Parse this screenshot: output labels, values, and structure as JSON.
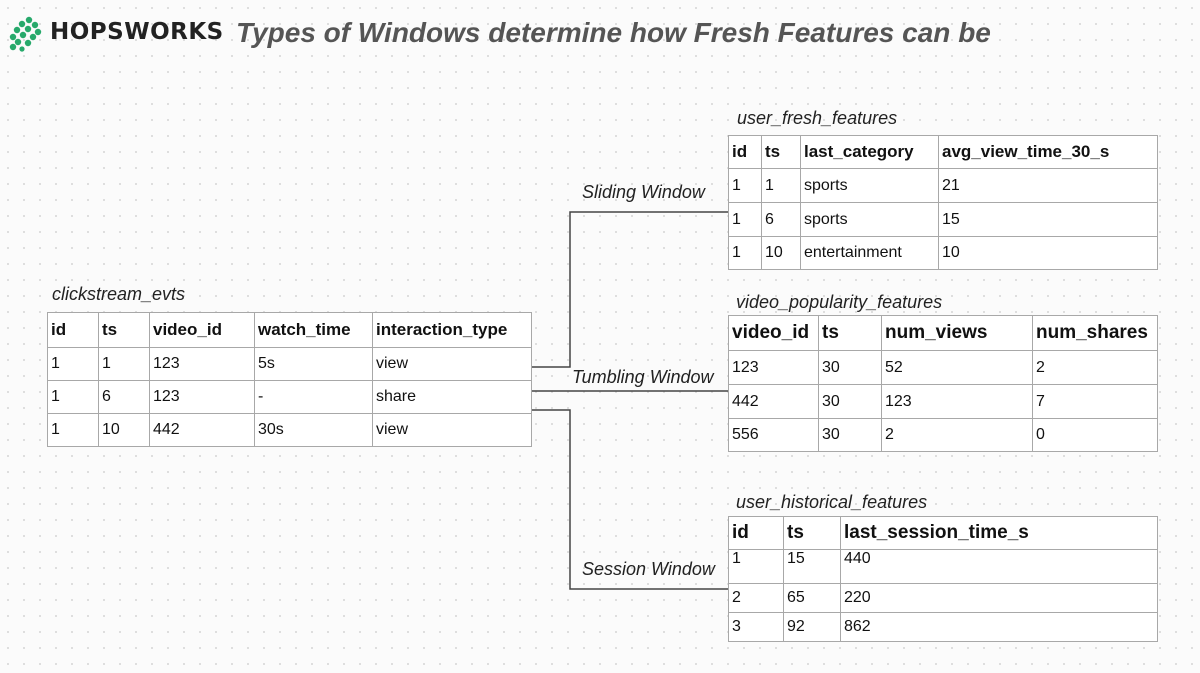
{
  "header": {
    "brand": "HOPSWORKS",
    "title": "Types of Windows determine how Fresh Features can be",
    "logo_icon": "hop-cone-logo",
    "logo_color": "#27a96b"
  },
  "windows": {
    "sliding": "Sliding Window",
    "tumbling": "Tumbling Window",
    "session": "Session Window"
  },
  "clickstream": {
    "name": "clickstream_evts",
    "columns": [
      "id",
      "ts",
      "video_id",
      "watch_time",
      "interaction_type"
    ],
    "rows": [
      [
        "1",
        "1",
        "123",
        "5s",
        "view"
      ],
      [
        "1",
        "6",
        "123",
        "-",
        "share"
      ],
      [
        "1",
        "10",
        "442",
        "30s",
        "view"
      ]
    ]
  },
  "user_fresh": {
    "name": "user_fresh_features",
    "columns": [
      "id",
      "ts",
      "last_category",
      "avg_view_time_30_s"
    ],
    "rows": [
      [
        "1",
        "1",
        "sports",
        "21"
      ],
      [
        "1",
        "6",
        "sports",
        "15"
      ],
      [
        "1",
        "10",
        "entertainment",
        "10"
      ]
    ]
  },
  "video_popularity": {
    "name": "video_popularity_features",
    "columns": [
      "video_id",
      "ts",
      "num_views",
      "num_shares"
    ],
    "rows": [
      [
        "123",
        "30",
        "52",
        "2"
      ],
      [
        "442",
        "30",
        "123",
        "7"
      ],
      [
        "556",
        "30",
        "2",
        "0"
      ]
    ]
  },
  "user_historical": {
    "name": "user_historical_features",
    "columns": [
      "id",
      "ts",
      "last_session_time_s"
    ],
    "rows": [
      [
        "1",
        "15",
        "440"
      ],
      [
        "2",
        "65",
        "220"
      ],
      [
        "3",
        "92",
        "862"
      ]
    ]
  }
}
